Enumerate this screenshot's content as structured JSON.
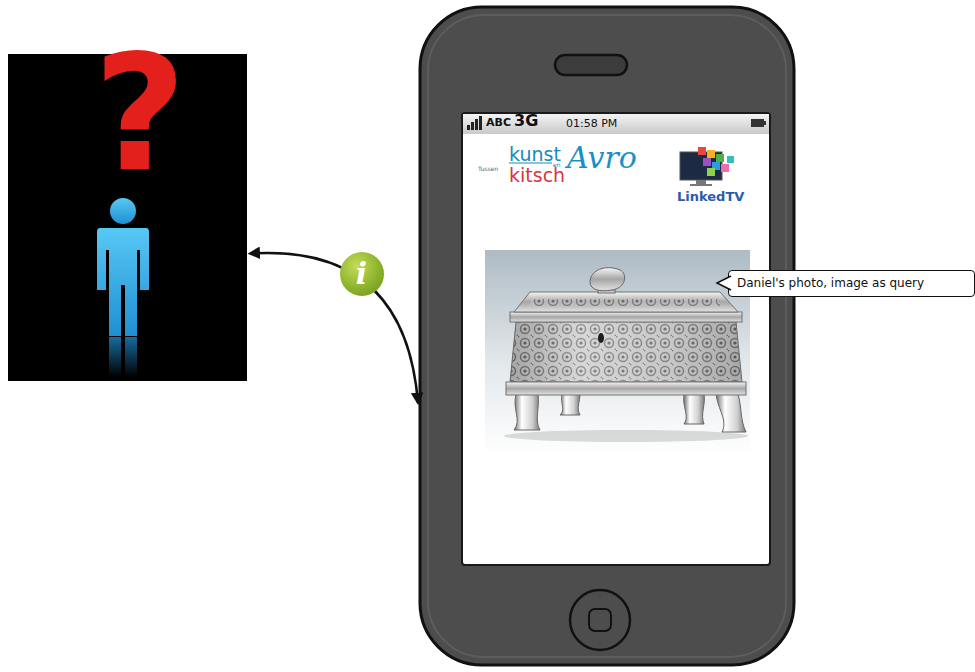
{
  "diagram": {
    "nodes": [
      {
        "text": [
          "?"
        ]
      },
      {
        "text": [
          "ABC",
          "3G",
          "01:58 PM",
          "Tussen",
          "kunst",
          "en",
          "kitsch",
          "Avro",
          "LinkedTV"
        ]
      },
      {
        "text": [
          "Daniel's photo, image as query"
        ]
      }
    ],
    "edges": [
      {
        "from": 0,
        "to": 1,
        "arrow": "both",
        "label": "i"
      }
    ]
  }
}
